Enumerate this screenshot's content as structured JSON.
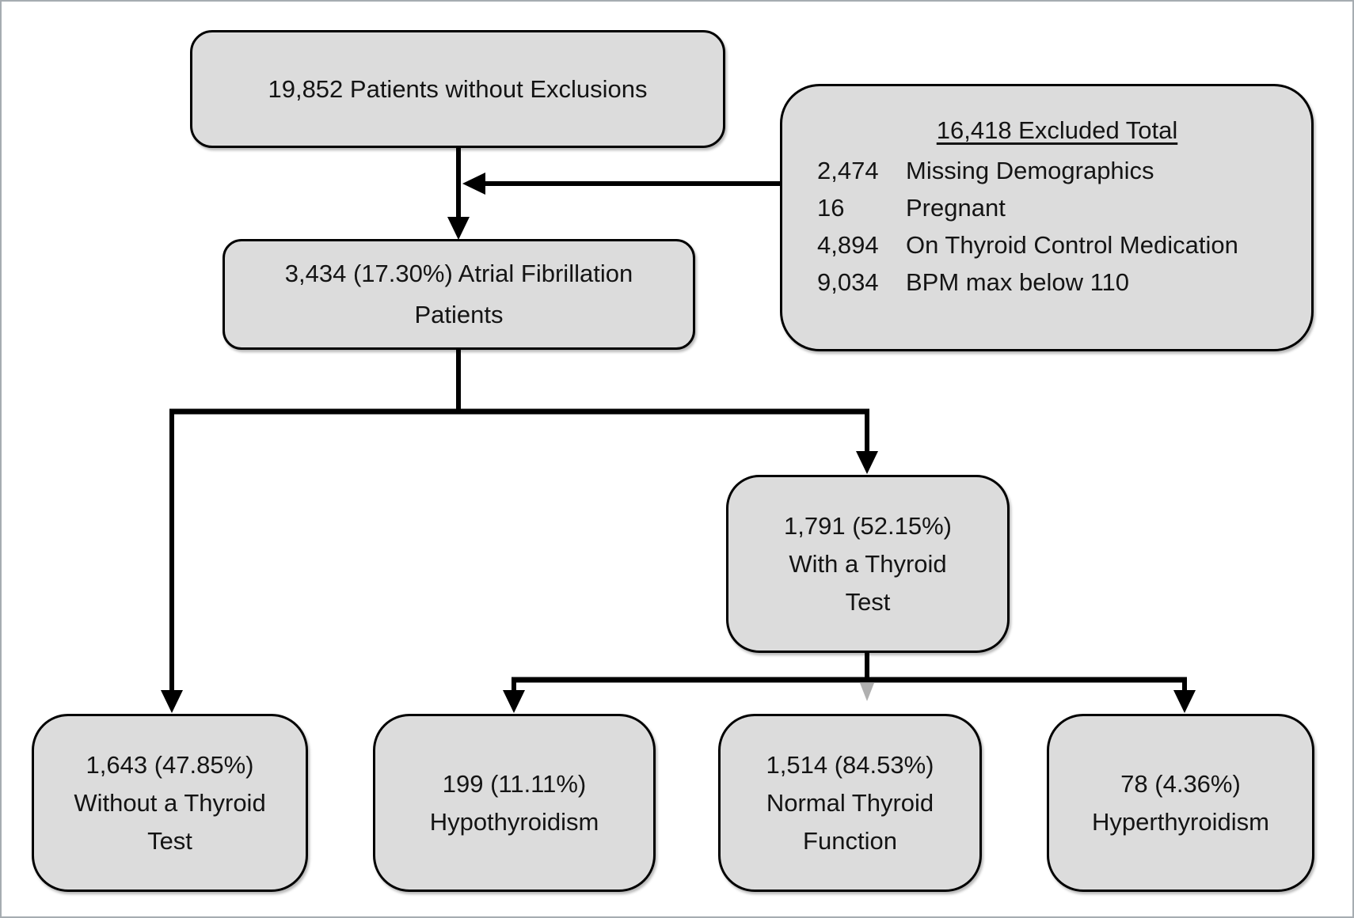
{
  "diagram": {
    "type": "patient-flow-diagram",
    "colors": {
      "box_fill": "#dcdcdc",
      "box_border": "#000000",
      "connector": "#000000",
      "faint_connector": "#b0b0b0",
      "canvas_border": "#a6acb1",
      "text": "#141414"
    },
    "boxes": {
      "total": {
        "lines": [
          "19,852 Patients without Exclusions"
        ]
      },
      "excluded": {
        "title": "16,418 Excluded Total",
        "rows": [
          {
            "count": "2,474",
            "reason": "Missing Demographics"
          },
          {
            "count": "16",
            "reason": "Pregnant"
          },
          {
            "count": "4,894",
            "reason": "On Thyroid Control Medication"
          },
          {
            "count": "9,034",
            "reason": "BPM max below 110"
          }
        ]
      },
      "afib": {
        "lines": [
          "3,434 (17.30%) Atrial Fibrillation",
          "Patients"
        ]
      },
      "without_test": {
        "lines": [
          "1,643 (47.85%)",
          "Without a Thyroid",
          "Test"
        ]
      },
      "with_test": {
        "lines": [
          "1,791 (52.15%)",
          "With a Thyroid",
          "Test"
        ]
      },
      "hypothyroidism": {
        "lines": [
          "199 (11.11%)",
          "Hypothyroidism"
        ]
      },
      "normal": {
        "lines": [
          "1,514 (84.53%)",
          "Normal Thyroid",
          "Function"
        ]
      },
      "hyperthyroidism": {
        "lines": [
          "78 (4.36%)",
          "Hyperthyroidism"
        ]
      }
    }
  }
}
